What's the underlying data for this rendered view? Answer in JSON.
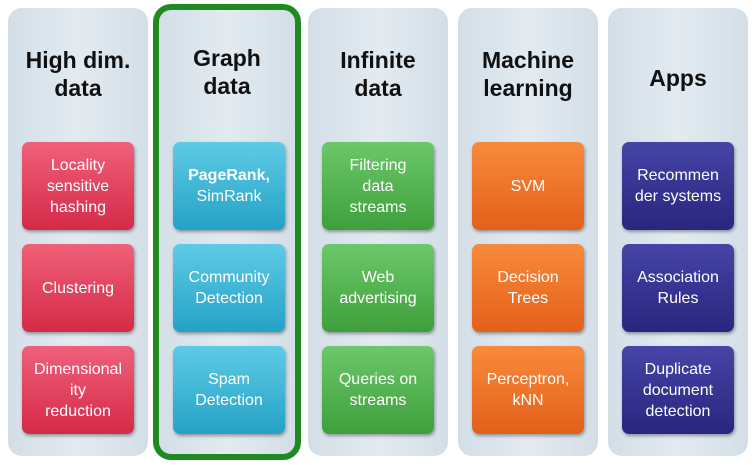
{
  "columns": [
    {
      "title": "High dim.\ndata",
      "color": "#e03a57",
      "cards": [
        {
          "text": "Locality\nsensitive\nhashing"
        },
        {
          "text": "Clustering"
        },
        {
          "text": "Dimensional\nity\nreduction"
        }
      ]
    },
    {
      "title": "Graph\ndata",
      "color": "#34b3d6",
      "highlighted": true,
      "highlight_color": "#1f8a1f",
      "cards": [
        {
          "bold": "PageRank,",
          "text": "SimRank"
        },
        {
          "text": "Community\nDetection"
        },
        {
          "text": "Spam\nDetection"
        }
      ]
    },
    {
      "title": "Infinite\ndata",
      "color": "#4fb14c",
      "cards": [
        {
          "text": "Filtering\ndata\nstreams"
        },
        {
          "text": "Web\nadvertising"
        },
        {
          "text": "Queries on\nstreams"
        }
      ]
    },
    {
      "title": "Machine\nlearning",
      "color": "#ee7228",
      "cards": [
        {
          "text": "SVM"
        },
        {
          "text": "Decision\nTrees"
        },
        {
          "text": "Perceptron,\nkNN"
        }
      ]
    },
    {
      "title": "Apps",
      "color": "#33318f",
      "cards": [
        {
          "text": "Recommen\nder systems"
        },
        {
          "text": "Association\nRules"
        },
        {
          "text": "Duplicate\ndocument\ndetection"
        }
      ]
    }
  ]
}
